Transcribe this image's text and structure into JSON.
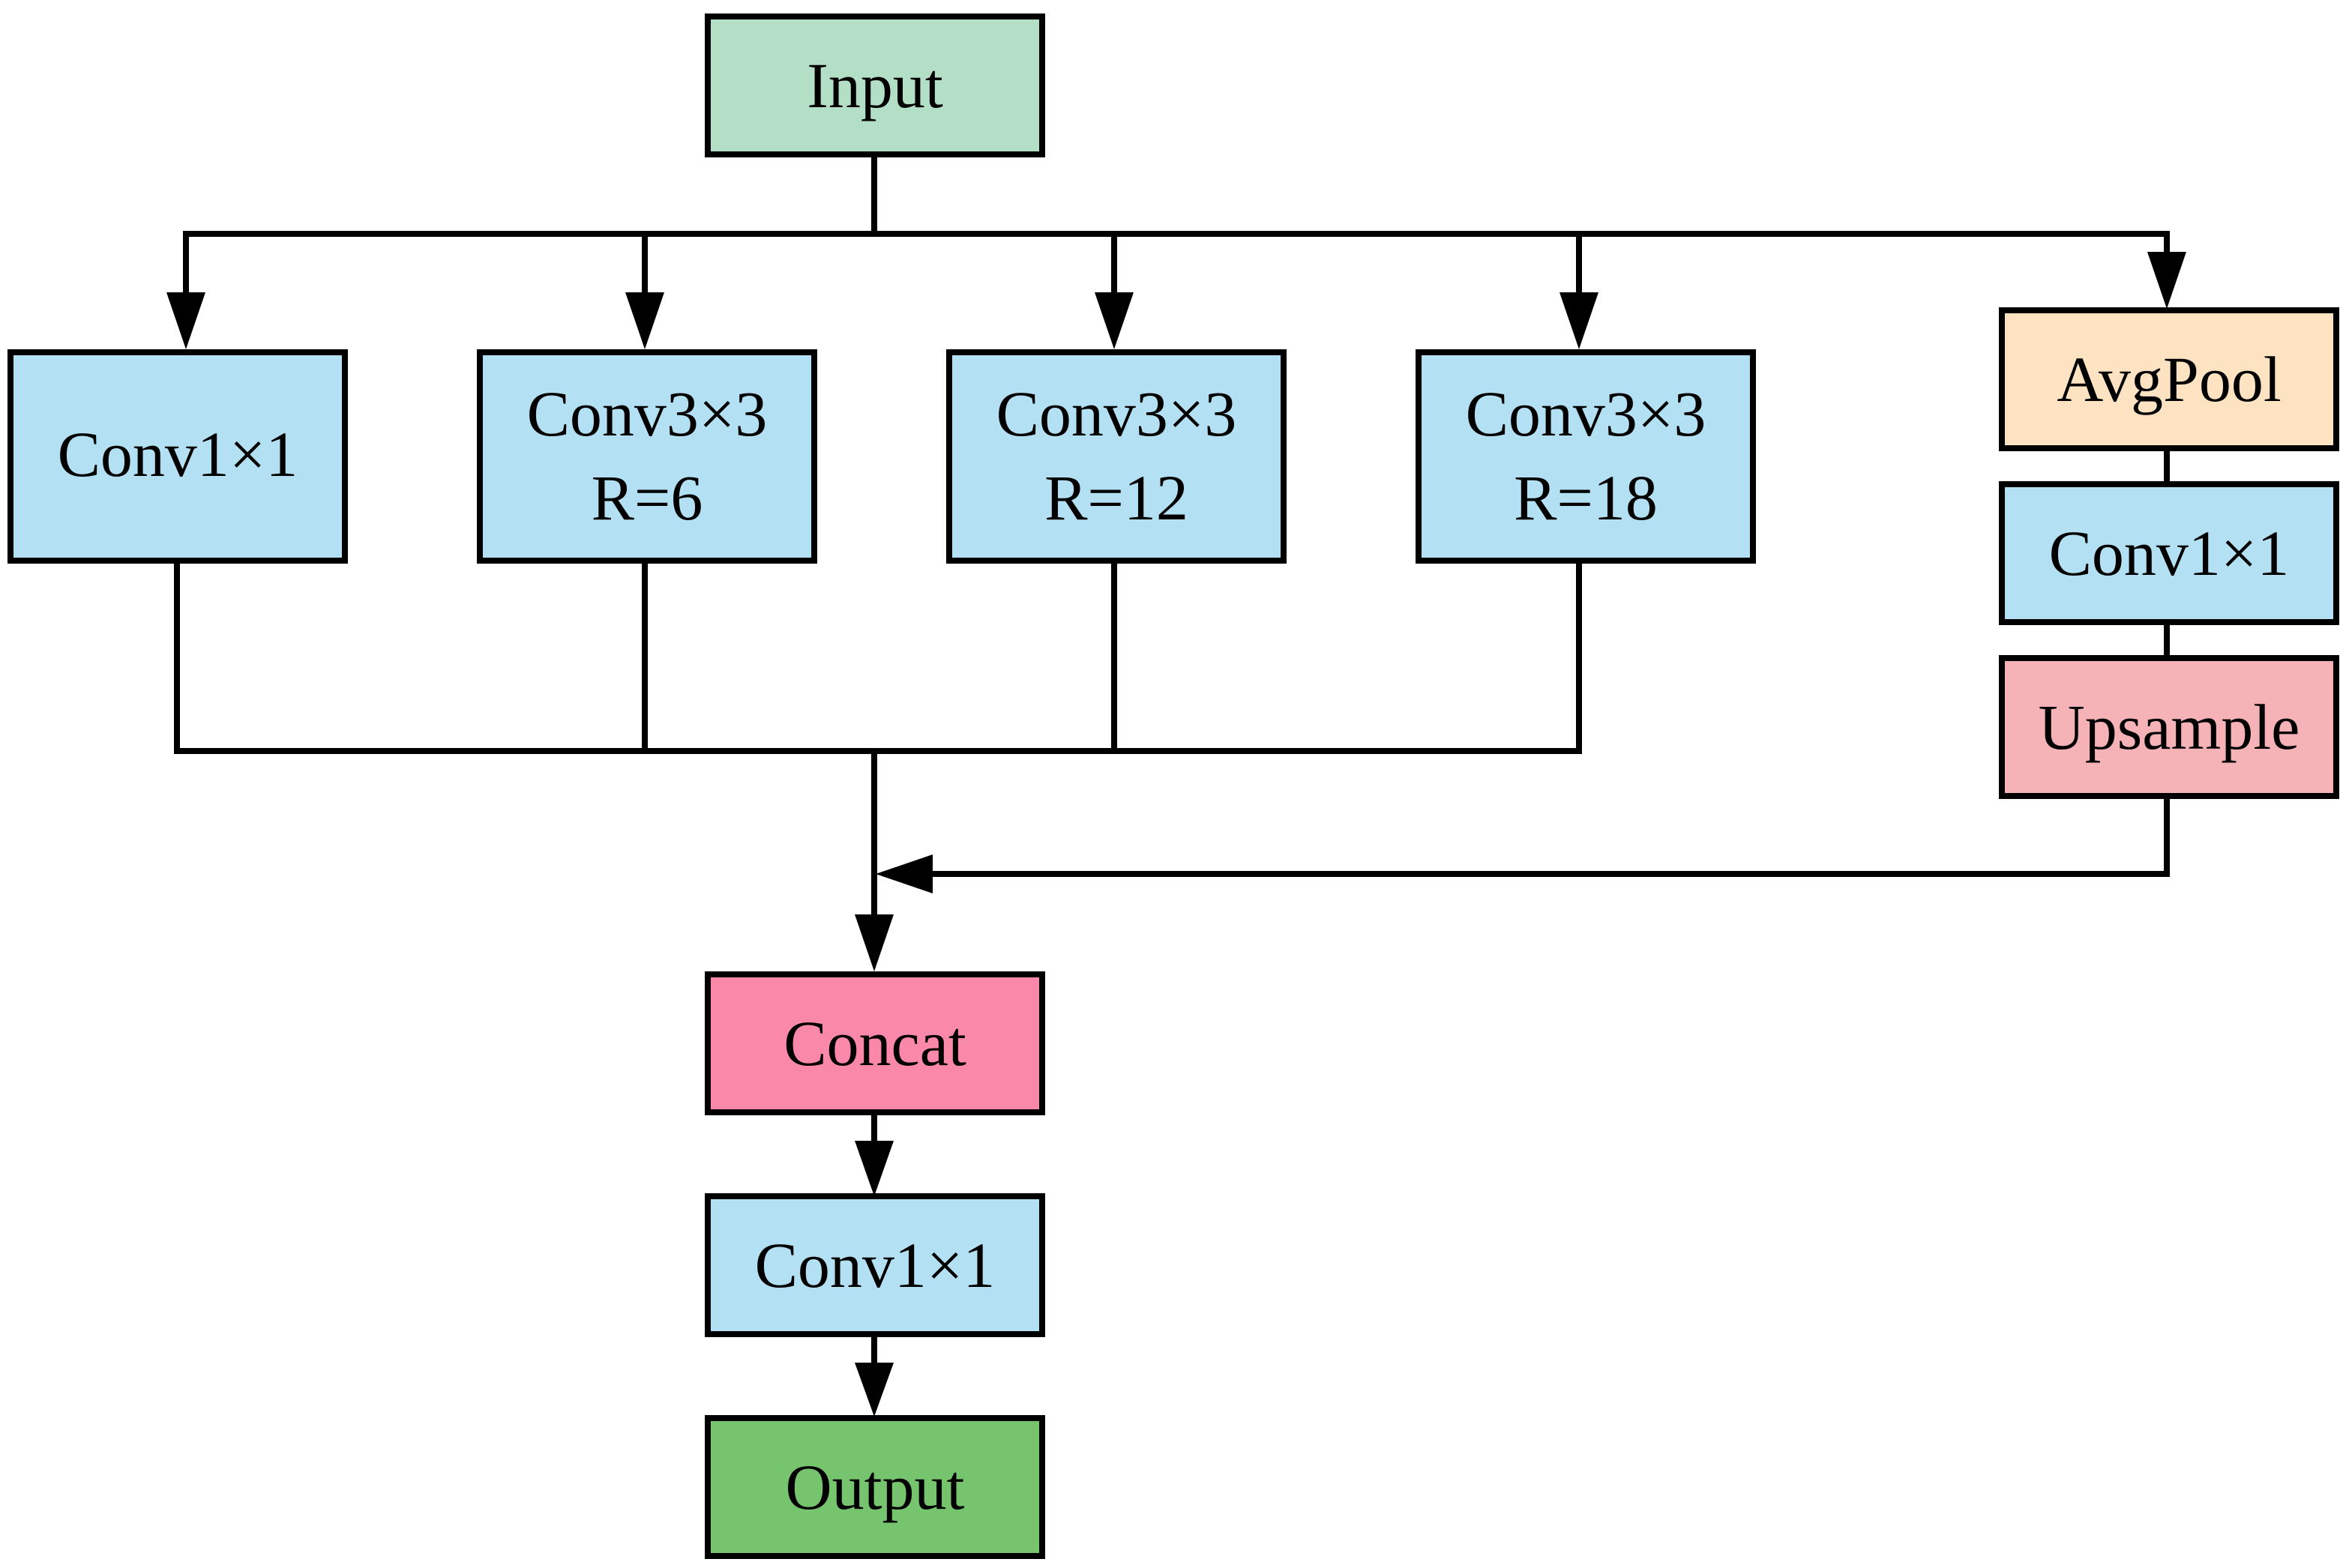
{
  "nodes": {
    "input": {
      "label": "Input",
      "color": "#b3dfc6"
    },
    "branch1": {
      "label": "Conv1×1",
      "color": "#b3e0f2"
    },
    "branch2": {
      "line1": "Conv3×3",
      "line2": "R=6",
      "color": "#b3e0f2"
    },
    "branch3": {
      "line1": "Conv3×3",
      "line2": "R=12",
      "color": "#b3e0f2"
    },
    "branch4": {
      "line1": "Conv3×3",
      "line2": "R=18",
      "color": "#b3e0f2"
    },
    "avgpool": {
      "label": "AvgPool",
      "color": "#fde3c2"
    },
    "poolconv": {
      "label": "Conv1×1",
      "color": "#b3e0f2"
    },
    "upsample": {
      "label": "Upsample",
      "color": "#f5b3b8"
    },
    "concat": {
      "label": "Concat",
      "color": "#fa88a8"
    },
    "outconv": {
      "label": "Conv1×1",
      "color": "#b3e0f2"
    },
    "output": {
      "label": "Output",
      "color": "#77c46f"
    }
  }
}
